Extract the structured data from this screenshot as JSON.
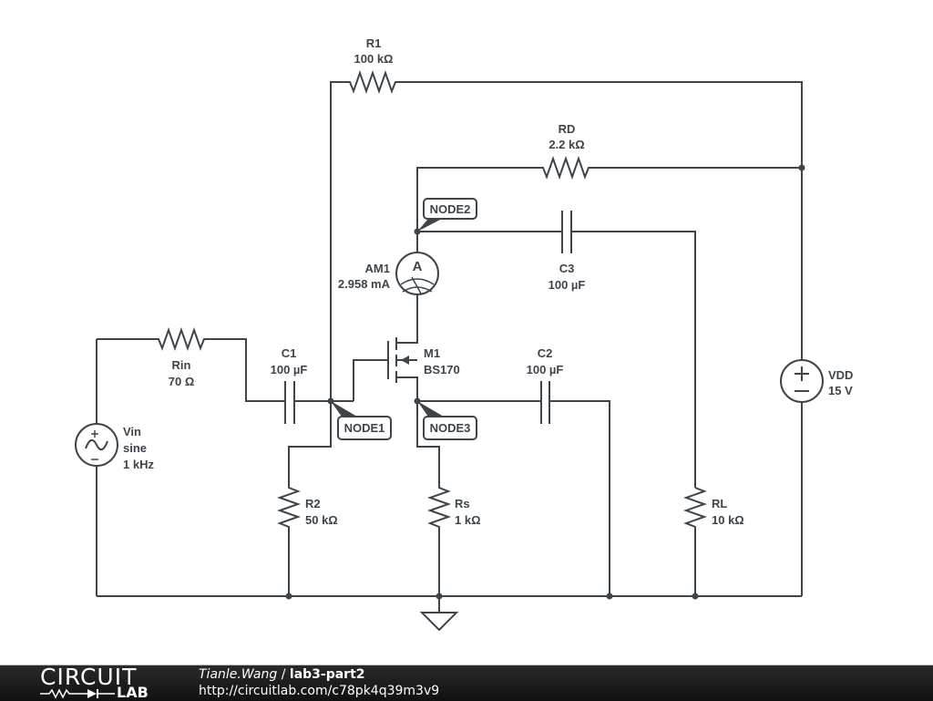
{
  "components": {
    "R1": {
      "name": "R1",
      "value": "100 kΩ"
    },
    "RD": {
      "name": "RD",
      "value": "2.2 kΩ"
    },
    "Rin": {
      "name": "Rin",
      "value": "70 Ω"
    },
    "C1": {
      "name": "C1",
      "value": "100 µF"
    },
    "C2": {
      "name": "C2",
      "value": "100 µF"
    },
    "C3": {
      "name": "C3",
      "value": "100 µF"
    },
    "AM1": {
      "name": "AM1",
      "value": "2.958 mA",
      "glyph": "A"
    },
    "M1": {
      "name": "M1",
      "value": "BS170"
    },
    "R2": {
      "name": "R2",
      "value": "50 kΩ"
    },
    "Rs": {
      "name": "Rs",
      "value": "1 kΩ"
    },
    "RL": {
      "name": "RL",
      "value": "10 kΩ"
    },
    "Vin": {
      "name": "Vin",
      "type": "sine",
      "freq": "1 kHz"
    },
    "VDD": {
      "name": "VDD",
      "value": "15 V"
    }
  },
  "nodes": {
    "node1": "NODE1",
    "node2": "NODE2",
    "node3": "NODE3"
  },
  "footer": {
    "logo_top": "CIRCUIT",
    "logo_bottom": "LAB",
    "user": "Tianle.Wang",
    "separator": " / ",
    "project": "lab3-part2",
    "url": "http://circuitlab.com/c78pk4q39m3v9"
  }
}
